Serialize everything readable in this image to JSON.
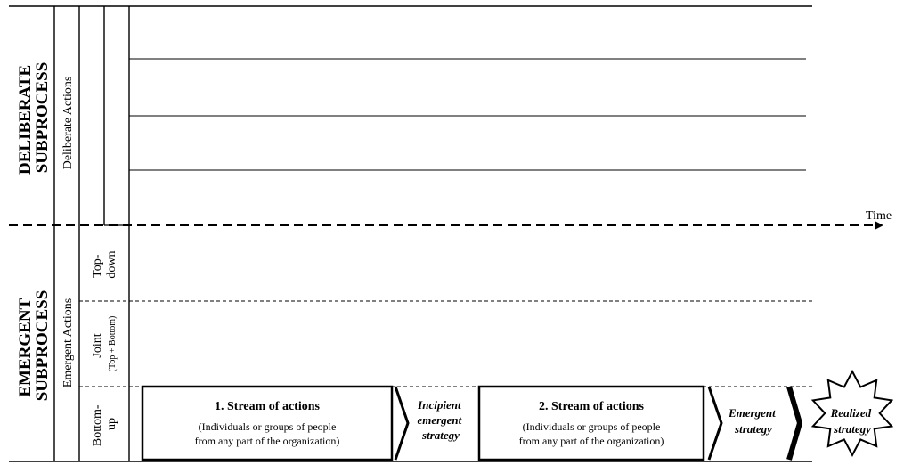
{
  "deliberate_label_lines": [
    "DELIBERATE",
    "SUBPROCESS"
  ],
  "emergent_label_lines": [
    "EMERGENT",
    "SUBPROCESS"
  ],
  "deliberate_actions": "Deliberate Actions",
  "emergent_actions": "Emergent Actions",
  "top_down_lines": [
    "Top-",
    "down"
  ],
  "joint_lines": [
    "Joint",
    "(Top + Bottom)"
  ],
  "bottom_up_lines": [
    "Bottom-",
    "up"
  ],
  "time_label": "Time",
  "stream1": {
    "title": "1. Stream of actions",
    "desc_lines": [
      "(Individuals or groups of people",
      "from any part of the organization)"
    ]
  },
  "incipient_lines": [
    "Incipient",
    "emergent",
    "strategy"
  ],
  "stream2": {
    "title": "2. Stream of actions",
    "desc_lines": [
      "(Individuals or groups of people",
      "from any part of the organization)"
    ]
  },
  "emergent_strategy_lines": [
    "Emergent",
    "strategy"
  ],
  "realized_lines": [
    "Realized",
    "strategy"
  ]
}
